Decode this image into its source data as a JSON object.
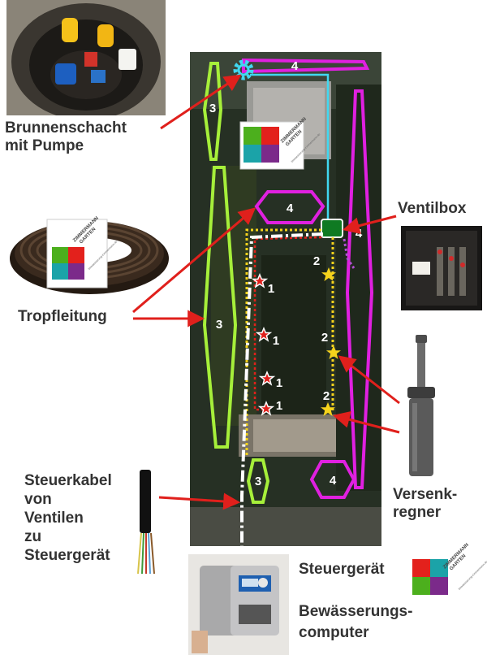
{
  "labels": {
    "brunnen": "Brunnenschacht\nmit Pumpe",
    "tropf": "Tropfleitung",
    "ventilbox": "Ventilbox",
    "steuerkabel": "Steuerkabel\nvon\nVentilen\nzu\nSteuergerät",
    "versenk": "Versenk-\nregner",
    "steuergeraet": "Steuergerät",
    "computer": "Bewässerungs-\ncomputer"
  },
  "logo": {
    "brand": "ZIMMERMANN GARTEN",
    "line1": "ZIMMERMANN",
    "line2": "GARTEN",
    "url": "bewaesserung-zimmermann.de",
    "colors": {
      "red": "#e3211c",
      "green": "#4caf1d",
      "teal": "#1ba3a8",
      "purple": "#7b2a8a"
    }
  },
  "zones": {
    "z4_top": "4",
    "z3_top": "3",
    "z4_mid": "4",
    "z4_right": "4",
    "z3_big": "3",
    "z3_small": "3",
    "z4_bottom": "4",
    "z1_a": "1",
    "z1_b": "1",
    "z1_c": "1",
    "z1_d": "1",
    "z2_a": "2",
    "z2_b": "2",
    "z2_c": "2"
  },
  "colors": {
    "zone3": "#a6ef3a",
    "zone4": "#e020e0",
    "arrow": "#e0201c",
    "water": "#40d8f0",
    "star_yellow": "#f5d31c",
    "red_dotted": "#e0201c",
    "valve_green": "#0f7a22"
  }
}
